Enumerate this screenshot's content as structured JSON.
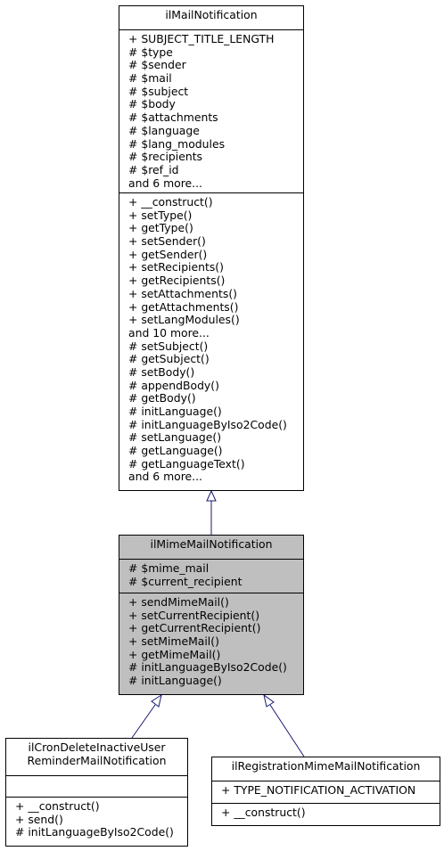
{
  "classes": {
    "mail_notification": {
      "name": "ilMailNotification",
      "attributes": [
        "+ SUBJECT_TITLE_LENGTH",
        "# $type",
        "# $sender",
        "# $mail",
        "# $subject",
        "# $body",
        "# $attachments",
        "# $language",
        "# $lang_modules",
        "# $recipients",
        "# $ref_id",
        "and 6 more..."
      ],
      "methods": [
        "+ __construct()",
        "+ setType()",
        "+ getType()",
        "+ setSender()",
        "+ getSender()",
        "+ setRecipients()",
        "+ getRecipients()",
        "+ setAttachments()",
        "+ getAttachments()",
        "+ setLangModules()",
        "and 10 more...",
        "# setSubject()",
        "# getSubject()",
        "# setBody()",
        "# appendBody()",
        "# getBody()",
        "# initLanguage()",
        "# initLanguageByIso2Code()",
        "# setLanguage()",
        "# getLanguage()",
        "# getLanguageText()",
        "and 6 more..."
      ]
    },
    "mime_mail_notification": {
      "name": "ilMimeMailNotification",
      "attributes": [
        "# $mime_mail",
        "# $current_recipient"
      ],
      "methods": [
        "+ sendMimeMail()",
        "+ setCurrentRecipient()",
        "+ getCurrentRecipient()",
        "+ setMimeMail()",
        "+ getMimeMail()",
        "# initLanguageByIso2Code()",
        "# initLanguage()"
      ]
    },
    "cron_delete": {
      "name_line1": "ilCronDeleteInactiveUser",
      "name_line2": "ReminderMailNotification",
      "attributes": [],
      "methods": [
        "+ __construct()",
        "+ send()",
        "# initLanguageByIso2Code()"
      ]
    },
    "registration": {
      "name": "ilRegistrationMimeMailNotification",
      "attributes": [
        "+ TYPE_NOTIFICATION_ACTIVATION"
      ],
      "methods": [
        "+ __construct()"
      ]
    }
  },
  "colors": {
    "highlight_fill": "#bfbfbf",
    "edge_color": "#191970"
  }
}
